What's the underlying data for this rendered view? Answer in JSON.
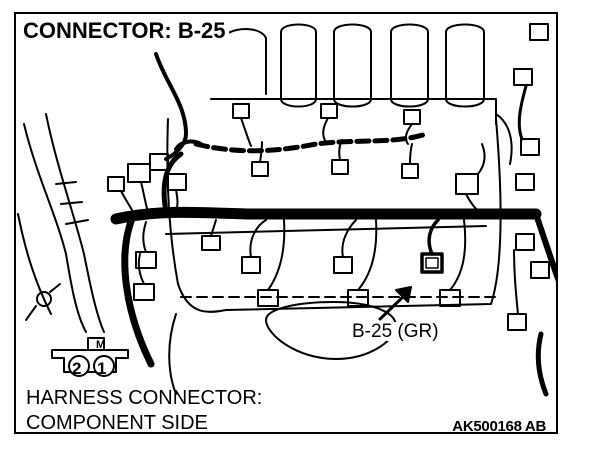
{
  "title": "CONNECTOR: B-25",
  "callout_label": "B-25 (GR)",
  "harness_label_line1": "HARNESS CONNECTOR:",
  "harness_label_line2": "COMPONENT SIDE",
  "figure_code": "AK500168 AB",
  "connector_pins": {
    "marker": "M",
    "pin_left": "2",
    "pin_right": "1"
  },
  "colors": {
    "line": "#000000",
    "background": "#ffffff",
    "highlight_connector": "#000000"
  }
}
